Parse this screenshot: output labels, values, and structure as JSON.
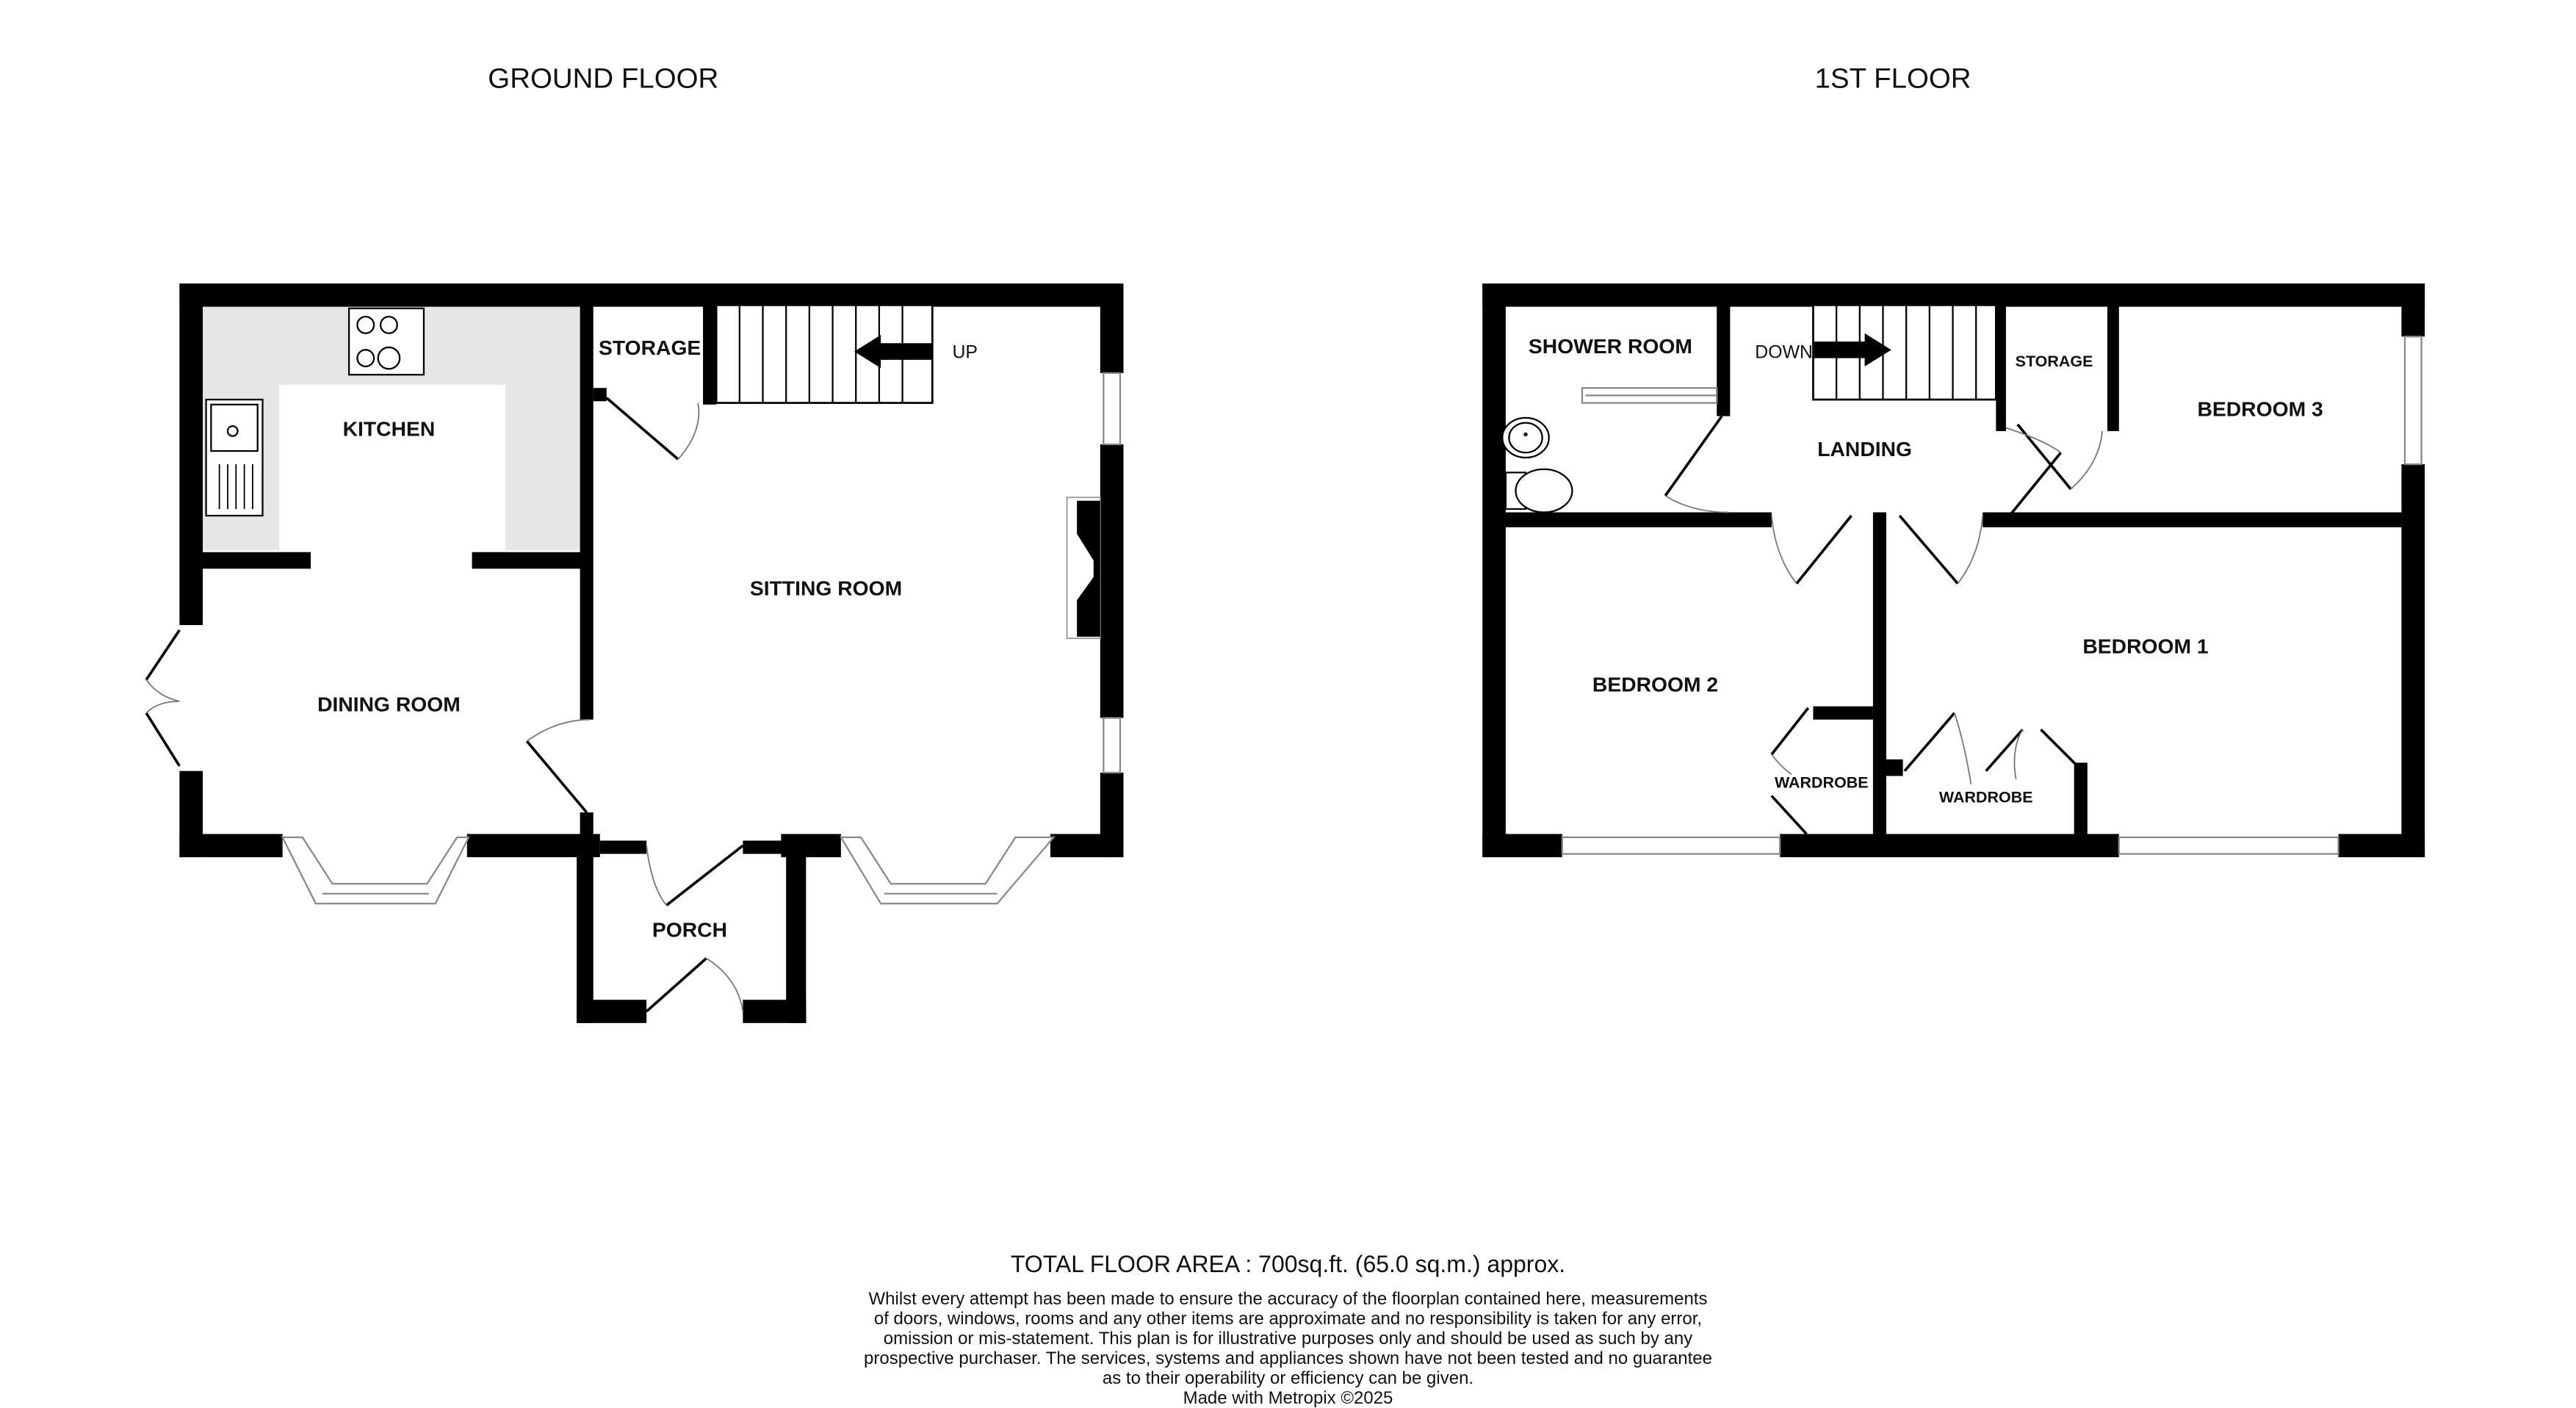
{
  "floors": [
    {
      "title": "GROUND FLOOR",
      "rooms": {
        "kitchen": "KITCHEN",
        "storage": "STORAGE",
        "sitting_room": "SITTING ROOM",
        "dining_room": "DINING ROOM",
        "porch": "PORCH"
      },
      "stairs_label": "UP"
    },
    {
      "title": "1ST FLOOR",
      "rooms": {
        "shower_room": "SHOWER ROOM",
        "landing": "LANDING",
        "storage": "STORAGE",
        "bedroom_3": "BEDROOM 3",
        "bedroom_2": "BEDROOM 2",
        "bedroom_1": "BEDROOM 1",
        "wardrobe_bed2": "WARDROBE",
        "wardrobe_bed1": "WARDROBE"
      },
      "stairs_label": "DOWN"
    }
  ],
  "footer": {
    "total_area": "TOTAL FLOOR AREA : 700sq.ft. (65.0 sq.m.) approx.",
    "disclaimer_lines": [
      "Whilst every attempt has been made to ensure the accuracy of the floorplan contained here, measurements",
      "of doors, windows, rooms and any other items are approximate and no responsibility is taken for any error,",
      "omission or mis-statement. This plan is for illustrative purposes only and should be used as such by any",
      "prospective purchaser. The services, systems and appliances shown have not been tested and no guarantee",
      "as to their operability or efficiency can be given."
    ],
    "credit": "Made with Metropix ©2025"
  },
  "icons": {
    "stairs": "stairs-icon",
    "hob": "hob-icon",
    "sink": "sink-icon",
    "basin": "basin-icon",
    "toilet": "toilet-icon",
    "shower": "shower-icon",
    "fireplace": "fireplace-icon"
  },
  "colors": {
    "wall": "#000000",
    "kitchen_counter": "#e6e6e6",
    "window_line": "#888888",
    "background": "#ffffff"
  }
}
